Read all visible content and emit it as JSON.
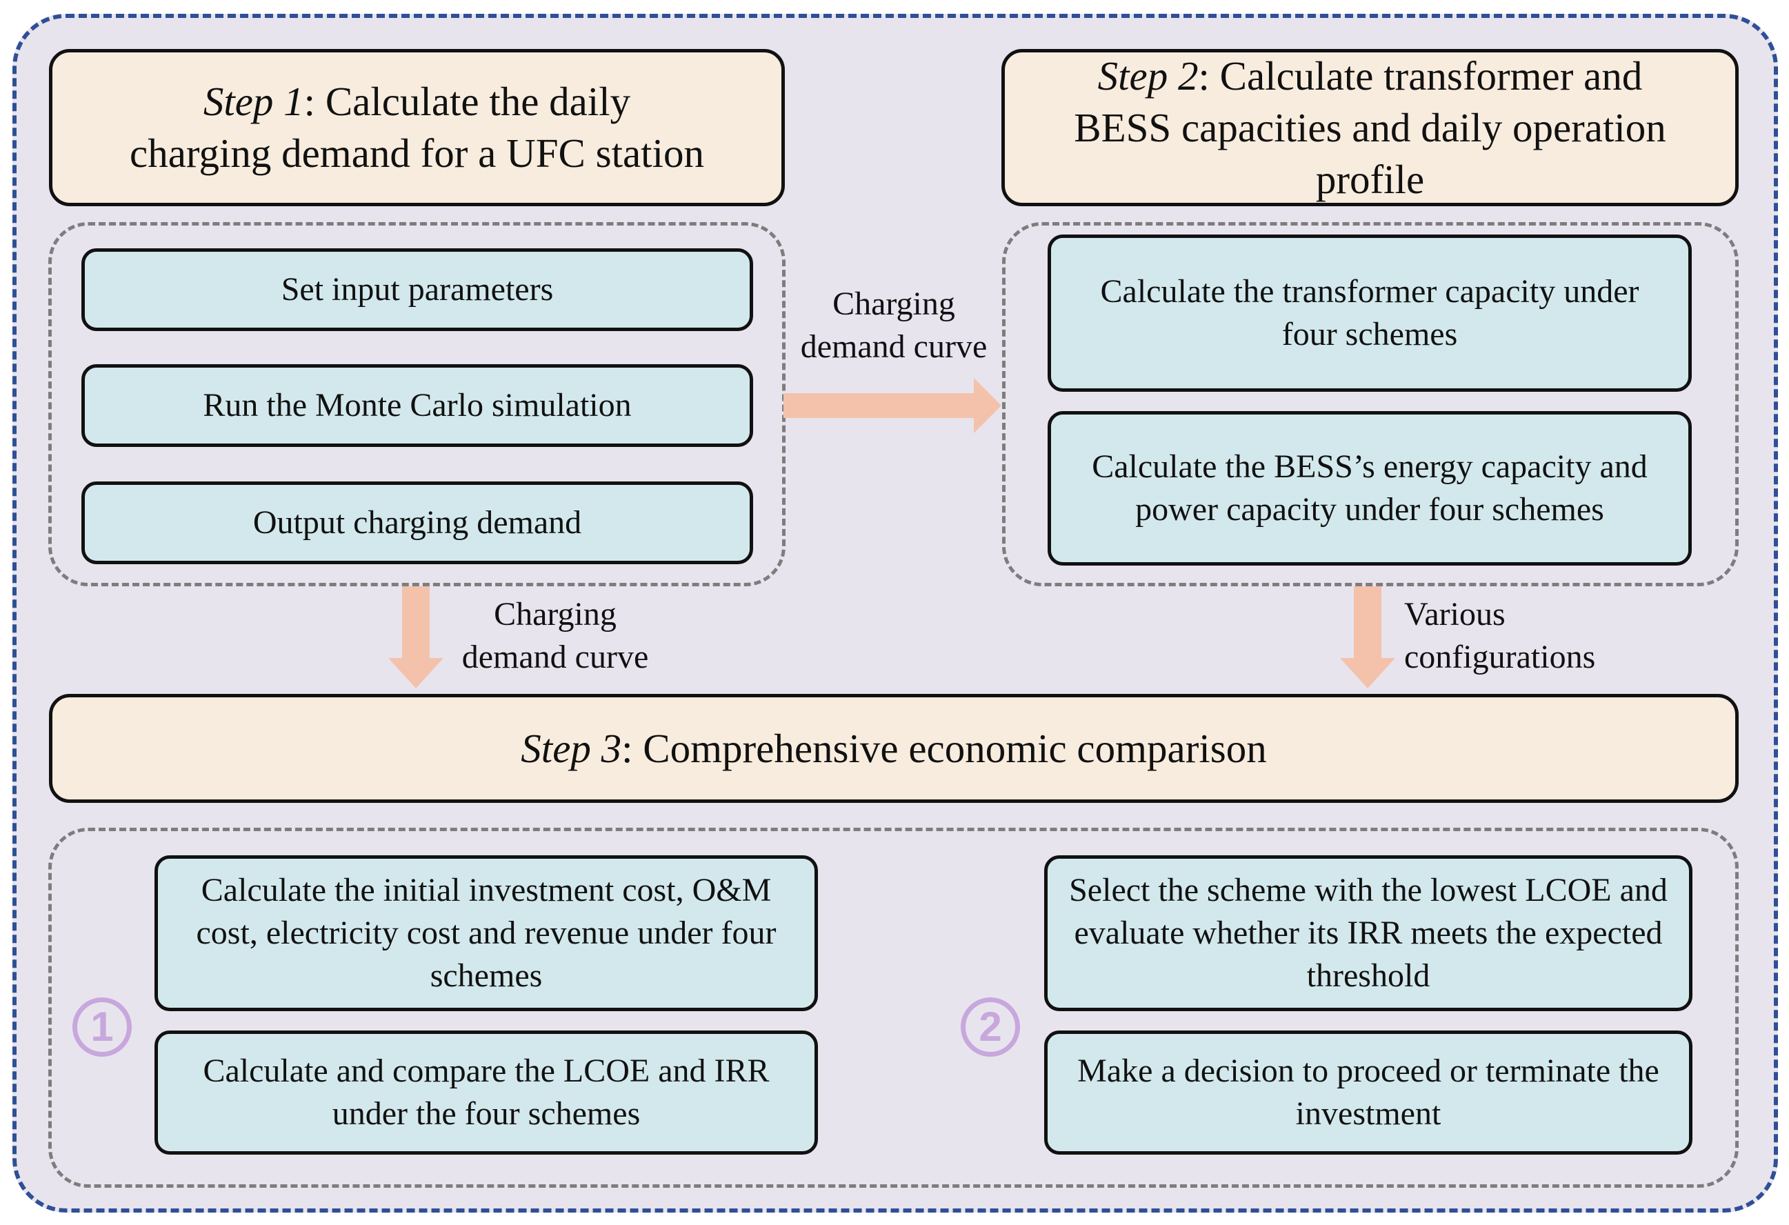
{
  "step1": {
    "label": "Step 1",
    "text": ": Calculate the daily charging demand for a UFC station",
    "items": [
      "Set input parameters",
      "Run the Monte Carlo simulation",
      "Output charging demand"
    ]
  },
  "step2": {
    "label": "Step 2",
    "text": ": Calculate transformer and BESS capacities and daily operation profile",
    "items": [
      "Calculate the transformer capacity under four schemes",
      "Calculate the BESS’s energy capacity and power capacity under four schemes"
    ]
  },
  "step3": {
    "label": "Step 3",
    "text": ": Comprehensive economic comparison"
  },
  "arrows": {
    "right_line1": "Charging",
    "right_line2": "demand curve",
    "down_left_line1": "Charging",
    "down_left_line2": "demand curve",
    "down_right_line1": "Various",
    "down_right_line2": "configurations"
  },
  "group1": {
    "number": "1",
    "items": [
      "Calculate the initial investment cost, O&M cost, electricity cost and revenue under four schemes",
      "Calculate and compare the LCOE and IRR under the four schemes"
    ]
  },
  "group2": {
    "number": "2",
    "items": [
      "Select the scheme with the lowest LCOE and evaluate whether its IRR meets the expected threshold",
      "Make a decision to proceed or terminate the investment"
    ]
  },
  "colors": {
    "background_panel": "#e7e4ee",
    "outer_border": "#2f4f96",
    "step_fill": "#f8ecde",
    "box_fill": "#d2e8ec",
    "arrow": "#f4c2aa",
    "number_circle": "#c8a7dc"
  }
}
